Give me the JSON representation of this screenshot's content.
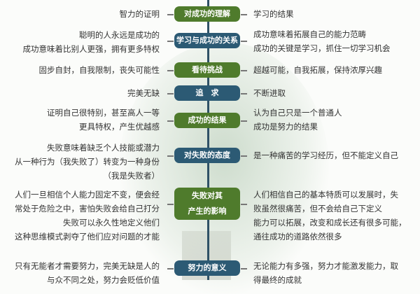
{
  "rows": [
    {
      "node": "对成功的理解",
      "color": "green",
      "left": [
        "智力的证明"
      ],
      "right": [
        "学习的结果"
      ]
    },
    {
      "node": "学习与成功的关系",
      "color": "blue",
      "left": [
        "聪明的人永远是成功的",
        "成功意味着比别人更强，拥有更多特权"
      ],
      "right": [
        "成功意味着拓展自己的能力范畴",
        "成功的关键是学习，抓住一切学习机会"
      ]
    },
    {
      "node": "看待挑战",
      "color": "green",
      "left": [
        "固步自封，自我限制，丧失可能性"
      ],
      "right": [
        "超越可能，自我拓展，保持浓厚兴趣"
      ]
    },
    {
      "node": "追　求",
      "color": "blue",
      "left": [
        "完美无缺"
      ],
      "right": [
        "不断进取"
      ]
    },
    {
      "node": "成功的结果",
      "color": "green",
      "left": [
        "证明自己很特别，甚至高人一等",
        "更具特权，产生优越感"
      ],
      "right": [
        "认为自己只是一个普通人",
        "成功是努力的结果"
      ]
    },
    {
      "node": "对失败的态度",
      "color": "blue",
      "left": [
        "失败意味着缺乏个人技能或潜力",
        "从一种行为（我失败了）转变为一种身份",
        "（我是失败者）"
      ],
      "right": [
        "是一种痛苦的学习经历，但不能定义自己"
      ]
    },
    {
      "node": "失败对其\n产生的影响",
      "color": "green",
      "left": [
        "人们一旦相信个人能力固定不变，便会经",
        "常处于危险之中，害怕失败会给自己打分",
        "失败可以永久性地定义他们",
        "这种思维模式剥夺了他们应对问题的才能"
      ],
      "right": [
        "人们相信自己的基本特质可以发展时，失",
        "败虽然很痛苦，但不会给自己下定义",
        "能力可以拓展，改变和成长还有很多可能，",
        "通往成功的道路依然很多"
      ]
    },
    {
      "node": "努力的意义",
      "color": "blue",
      "left": [
        "只有无能者才需要努力，完美无缺是人的",
        "与众不同之处，努力会贬低价值"
      ],
      "right": [
        "无论能力有多强，努力才能激发能力，取",
        "得最终的成就"
      ]
    }
  ],
  "colors": {
    "green": "#4f7b2c",
    "blue": "#2c5a74",
    "spine": "#2f5166"
  }
}
